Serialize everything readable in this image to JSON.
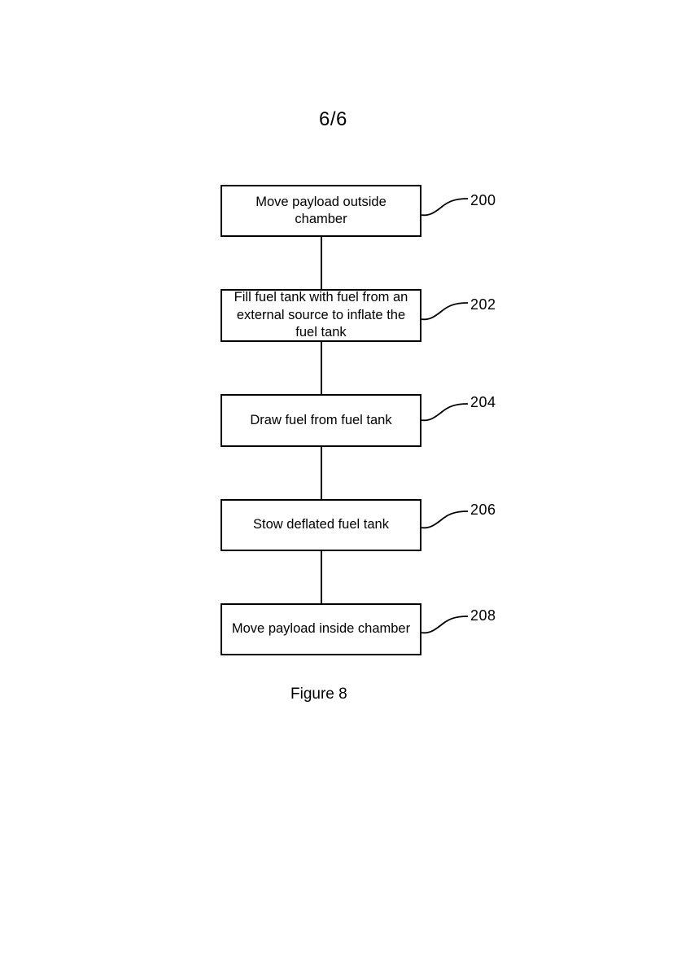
{
  "page": {
    "sheet_number": "6/6",
    "figure_caption": "Figure 8"
  },
  "flowchart": {
    "steps": [
      {
        "ref": "200",
        "label": "Move payload outside\nchamber"
      },
      {
        "ref": "202",
        "label": "Fill fuel tank with fuel from an\nexternal source to inflate the\nfuel tank"
      },
      {
        "ref": "204",
        "label": "Draw fuel from fuel tank"
      },
      {
        "ref": "206",
        "label": "Stow deflated fuel tank"
      },
      {
        "ref": "208",
        "label": "Move payload inside chamber"
      }
    ]
  },
  "colors": {
    "ink": "#000000",
    "paper": "#ffffff"
  }
}
